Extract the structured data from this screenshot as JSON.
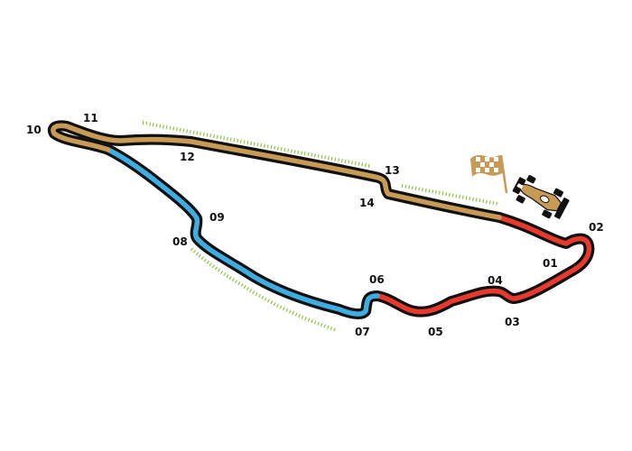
{
  "circuit": {
    "colors": {
      "outline": "#111111",
      "sector1": "#e8392f",
      "sector2": "#3eaee2",
      "sector3": "#c79a55",
      "curbs": "#8cc63f",
      "flag": "#c79a55",
      "car_body": "#c79a55"
    },
    "sectors": [
      {
        "id": "sector-1",
        "color_key": "sector1",
        "turns": [
          "01",
          "02",
          "03",
          "04",
          "05",
          "06"
        ]
      },
      {
        "id": "sector-2",
        "color_key": "sector2",
        "turns": [
          "07",
          "08",
          "09"
        ]
      },
      {
        "id": "sector-3",
        "color_key": "sector3",
        "turns": [
          "10",
          "11",
          "12",
          "13",
          "14"
        ]
      }
    ],
    "turns": [
      {
        "id": "t01",
        "label": "01"
      },
      {
        "id": "t02",
        "label": "02"
      },
      {
        "id": "t03",
        "label": "03"
      },
      {
        "id": "t04",
        "label": "04"
      },
      {
        "id": "t05",
        "label": "05"
      },
      {
        "id": "t06",
        "label": "06"
      },
      {
        "id": "t07",
        "label": "07"
      },
      {
        "id": "t08",
        "label": "08"
      },
      {
        "id": "t09",
        "label": "09"
      },
      {
        "id": "t10",
        "label": "10"
      },
      {
        "id": "t11",
        "label": "11"
      },
      {
        "id": "t12",
        "label": "12"
      },
      {
        "id": "t13",
        "label": "13"
      },
      {
        "id": "t14",
        "label": "14"
      }
    ],
    "icons": {
      "start_finish": "checkered-flag-icon",
      "car": "race-car-icon"
    }
  }
}
